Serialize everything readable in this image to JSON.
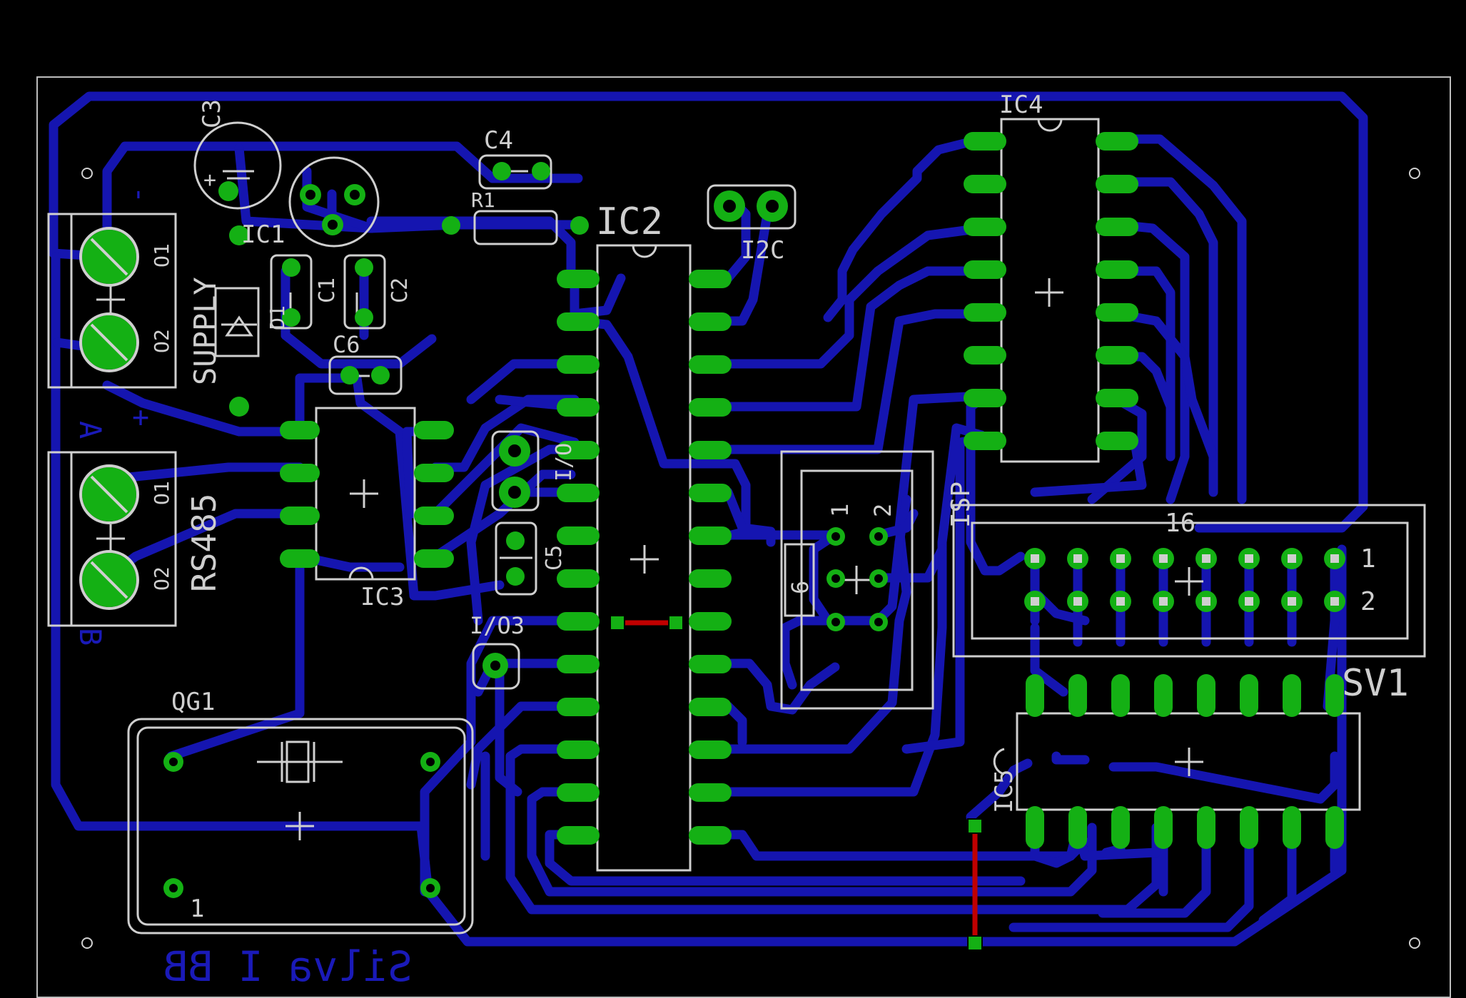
{
  "colors": {
    "background": "#000000",
    "outline": "#bdbdbd",
    "bottom_copper": "#1515b0",
    "top_copper": "#c00000",
    "pad": "#14b014",
    "silkscreen": "#cfcfcf",
    "bottom_text": "#1a1ab8"
  },
  "labels": {
    "c3": "C3",
    "c4": "C4",
    "r1": "R1",
    "ic2": "IC2",
    "i2c": "I2C",
    "ic4": "IC4",
    "ic1": "IC1",
    "supply": "SUPPLY",
    "c1": "C1",
    "c2": "C2",
    "d1": "D1",
    "c6": "C6",
    "rs485": "RS485",
    "ic3": "IC3",
    "io": "I/O",
    "c5": "C5",
    "io3": "I/O3",
    "isp": "ISP",
    "sv1": "SV1",
    "ic5": "IC5",
    "qg1": "QG1",
    "pin_16": "16",
    "pin_1": "1",
    "pin_2": "2",
    "pin_6": "6",
    "qg1_pin_1": "1",
    "isp_pin_1": "1",
    "isp_pin_2": "2",
    "plus_top": "+",
    "minus_top": "-",
    "plus_rs": "+",
    "a_label": "A",
    "b_label": "B",
    "o1_a": "O1",
    "o2_a": "O2",
    "o1_b": "O1",
    "o2_b": "O2",
    "bottom_signature": "Silva I BB"
  }
}
